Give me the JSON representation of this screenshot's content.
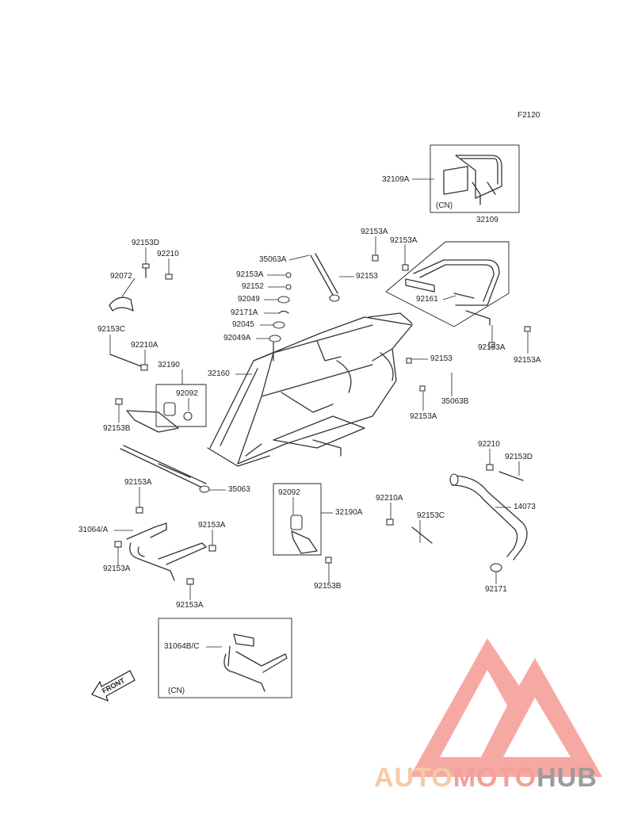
{
  "figure_code": "F2120",
  "cn_label": "(CN)",
  "front_label": "FRONT",
  "watermark": {
    "part1": "AUTO",
    "part2": "MOTO",
    "part3": "HUB"
  },
  "labels": [
    {
      "id": "32109A",
      "text": "32109A"
    },
    {
      "id": "92153A_top1",
      "text": "92153A"
    },
    {
      "id": "32109",
      "text": "32109"
    },
    {
      "id": "92153A_top2",
      "text": "92153A"
    },
    {
      "id": "92153D_left",
      "text": "92153D"
    },
    {
      "id": "92210_left",
      "text": "92210"
    },
    {
      "id": "35063A",
      "text": "35063A"
    },
    {
      "id": "92072",
      "text": "92072"
    },
    {
      "id": "92153A_mid1",
      "text": "92153A"
    },
    {
      "id": "92153_mid1",
      "text": "92153"
    },
    {
      "id": "92152",
      "text": "92152"
    },
    {
      "id": "92161",
      "text": "92161"
    },
    {
      "id": "92049",
      "text": "92049"
    },
    {
      "id": "92171A",
      "text": "92171A"
    },
    {
      "id": "92153C_left",
      "text": "92153C"
    },
    {
      "id": "92045",
      "text": "92045"
    },
    {
      "id": "92153A_r1",
      "text": "92153A"
    },
    {
      "id": "92049A",
      "text": "92049A"
    },
    {
      "id": "92210A_left",
      "text": "92210A"
    },
    {
      "id": "92153A_r2",
      "text": "92153A"
    },
    {
      "id": "92153_right",
      "text": "92153"
    },
    {
      "id": "32190",
      "text": "32190"
    },
    {
      "id": "32160",
      "text": "32160"
    },
    {
      "id": "92092_left",
      "text": "92092"
    },
    {
      "id": "35063B",
      "text": "35063B"
    },
    {
      "id": "92153A_r3",
      "text": "92153A"
    },
    {
      "id": "92153B_left",
      "text": "92153B"
    },
    {
      "id": "92210_right",
      "text": "92210"
    },
    {
      "id": "92153D_right",
      "text": "92153D"
    },
    {
      "id": "92153A_low1",
      "text": "92153A"
    },
    {
      "id": "35063",
      "text": "35063"
    },
    {
      "id": "92092_mid",
      "text": "92092"
    },
    {
      "id": "92210A_mid",
      "text": "92210A"
    },
    {
      "id": "14073",
      "text": "14073"
    },
    {
      "id": "32190A",
      "text": "32190A"
    },
    {
      "id": "92153C_mid",
      "text": "92153C"
    },
    {
      "id": "31064A",
      "text": "31064/A"
    },
    {
      "id": "92153A_low2",
      "text": "92153A"
    },
    {
      "id": "92153A_low3",
      "text": "92153A"
    },
    {
      "id": "92153B_mid",
      "text": "92153B"
    },
    {
      "id": "92171",
      "text": "92171"
    },
    {
      "id": "92153A_low4",
      "text": "92153A"
    },
    {
      "id": "31064BC",
      "text": "31064B/C"
    }
  ]
}
